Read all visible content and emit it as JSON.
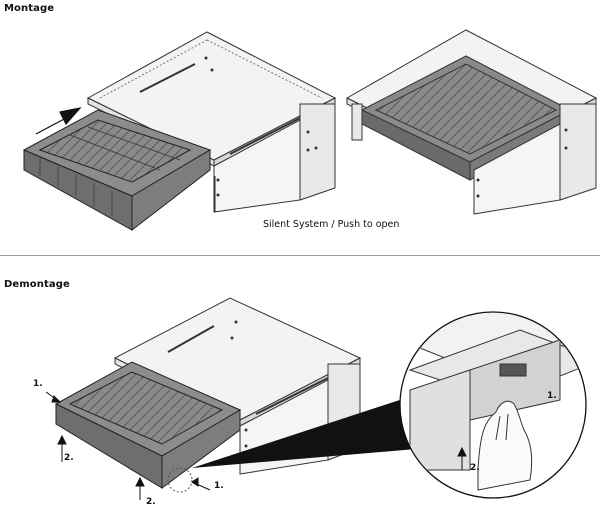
{
  "headings": {
    "montage": "Montage",
    "demontage": "Demontage"
  },
  "caption": "Silent System / Push to open",
  "steps": {
    "left_1": "1.",
    "left_2": "2.",
    "bottom_2": "2.",
    "right_1": "1.",
    "detail_1": "1.",
    "detail_2": "2."
  },
  "colors": {
    "tray": "#7a7a7a",
    "tray_dark": "#555555",
    "line": "#333333",
    "cabinet": "#f2f2f2"
  }
}
